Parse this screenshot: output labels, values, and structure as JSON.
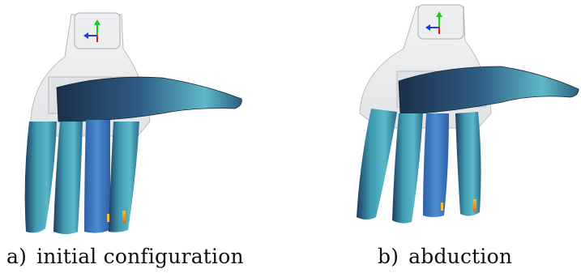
{
  "panels": [
    {
      "label": "a)",
      "caption": "initial configuration"
    },
    {
      "label": "b)",
      "caption": "abduction"
    }
  ],
  "colors": {
    "finger_teal": "#3f9bb0",
    "finger_blue": "#3a6fb6",
    "thumb_dark": "#1e3350",
    "palm_translucent": "#e6e8ea",
    "stress_hot": "#e06a1c",
    "axis_x": "#e01b1b",
    "axis_y": "#1ec81e",
    "axis_z": "#1a3fd8"
  },
  "icons": [
    "coordinate-axes-icon"
  ]
}
